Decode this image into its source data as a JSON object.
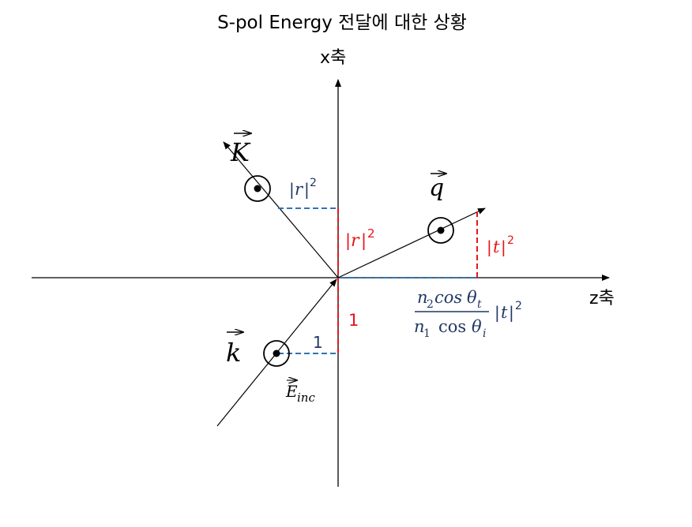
{
  "title": "S-pol Energy 전달에 대한 상황",
  "axes": {
    "x_label": "x축",
    "z_label": "z축"
  },
  "vectors": {
    "incident_wave": {
      "symbol": "k"
    },
    "reflected_wave": {
      "symbol": "K"
    },
    "transmitted_wave": {
      "symbol": "q"
    },
    "incident_field": {
      "symbol": "E",
      "subscript": "inc"
    }
  },
  "labels": {
    "incident_amplitude_blue": "1",
    "incident_amplitude_red": "1",
    "reflect_bar": "|",
    "reflect_var": "r",
    "reflect_power": "2",
    "transmit_bar": "|",
    "transmit_var": "t",
    "transmit_power": "2",
    "coef_n2": "n",
    "coef_n2_sub": "2",
    "coef_cos_t": "cos",
    "coef_theta_t": "θ",
    "coef_theta_t_sub": "t",
    "coef_n1": "n",
    "coef_n1_sub": "1",
    "coef_cos_i": "cos",
    "coef_theta_i": "θ",
    "coef_theta_i_sub": "i"
  },
  "colors": {
    "blue_text": "#1f3864",
    "red": "#e8141b",
    "dash_blue": "#2e75b6",
    "line": "#000000"
  }
}
